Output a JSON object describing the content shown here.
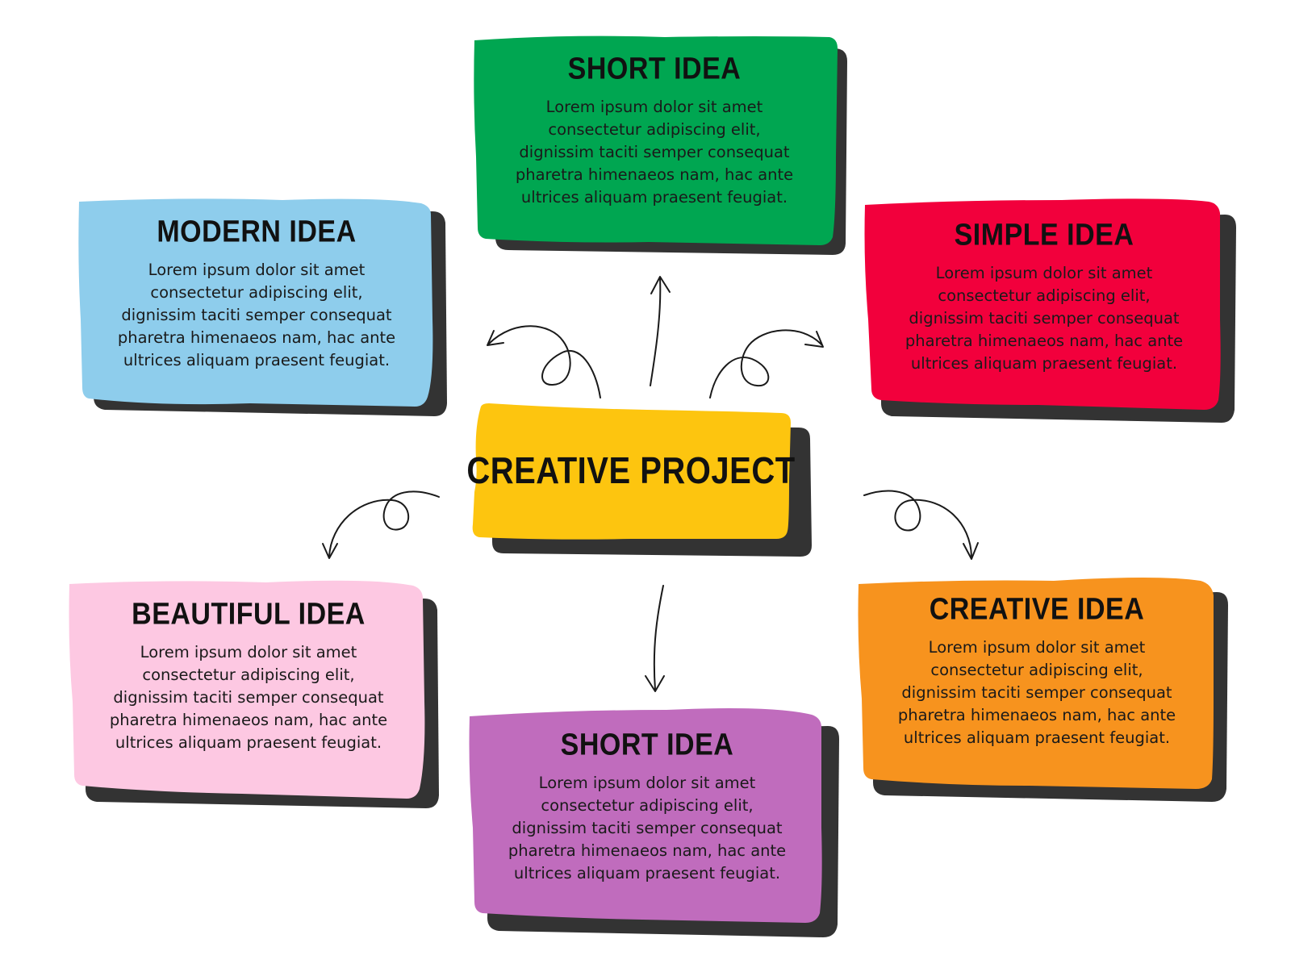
{
  "center": {
    "title": "CREATIVE PROJECT",
    "color": "#fdc50f"
  },
  "cards": [
    {
      "id": "short-idea-top",
      "title": "SHORT IDEA",
      "color": "#00a651",
      "lines": [
        "Lorem ipsum dolor sit amet",
        "consectetur adipiscing elit,",
        "dignissim taciti semper consequat",
        "pharetra himenaeos nam, hac ante",
        "ultrices aliquam praesent feugiat."
      ]
    },
    {
      "id": "modern-idea",
      "title": "MODERN IDEA",
      "color": "#8ecdec",
      "lines": [
        "Lorem ipsum dolor sit amet",
        "consectetur adipiscing elit,",
        "dignissim taciti semper consequat",
        "pharetra himenaeos nam, hac ante",
        "ultrices aliquam praesent feugiat."
      ]
    },
    {
      "id": "simple-idea",
      "title": "SIMPLE IDEA",
      "color": "#f2003c",
      "lines": [
        "Lorem ipsum dolor sit amet",
        "consectetur adipiscing elit,",
        "dignissim taciti semper consequat",
        "pharetra himenaeos nam, hac ante",
        "ultrices aliquam praesent feugiat."
      ]
    },
    {
      "id": "beautiful-idea",
      "title": "BEAUTIFUL IDEA",
      "color": "#fdc8e2",
      "lines": [
        "Lorem ipsum dolor sit amet",
        "consectetur adipiscing elit,",
        "dignissim taciti semper consequat",
        "pharetra himenaeos nam, hac ante",
        "ultrices aliquam praesent feugiat."
      ]
    },
    {
      "id": "creative-idea",
      "title": "CREATIVE IDEA",
      "color": "#f7931e",
      "lines": [
        "Lorem ipsum dolor sit amet",
        "consectetur adipiscing elit,",
        "dignissim taciti semper consequat",
        "pharetra himenaeos nam, hac ante",
        "ultrices aliquam praesent feugiat."
      ]
    },
    {
      "id": "short-idea-bottom",
      "title": "SHORT IDEA",
      "color": "#c06cbd",
      "lines": [
        "Lorem ipsum dolor sit amet",
        "consectetur adipiscing elit,",
        "dignissim taciti semper consequat",
        "pharetra himenaeos nam, hac ante",
        "ultrices aliquam praesent feugiat."
      ]
    }
  ],
  "shadow_color": "#333333",
  "arrow_color": "#1a1a1a"
}
